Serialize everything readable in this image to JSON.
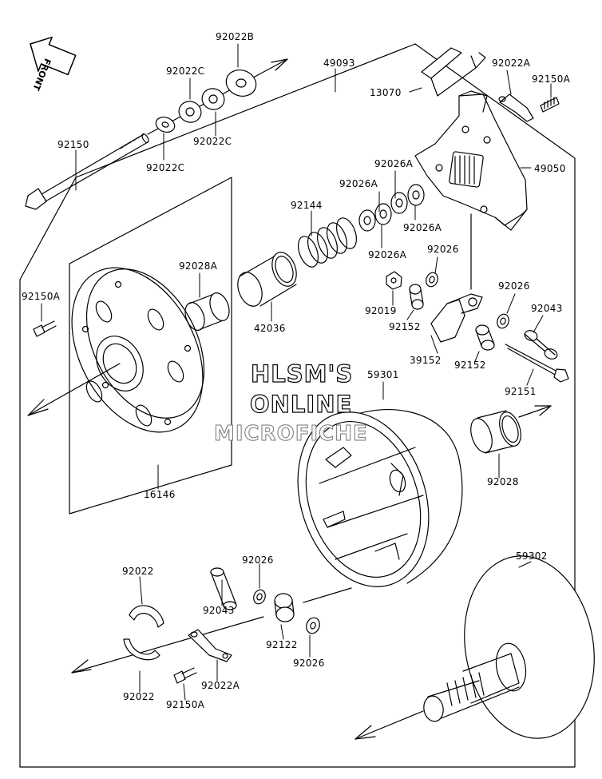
{
  "front_badge": "FRONT",
  "watermark": {
    "line1": "HLSM'S",
    "line2": "ONLINE",
    "line3": "MICROFICHE"
  },
  "parts": {
    "p92022B": "92022B",
    "p49093": "49093",
    "p92022C_a": "92022C",
    "p92022A_top": "92022A",
    "p92150A_top": "92150A",
    "p92150": "92150",
    "p92022C_b": "92022C",
    "p92022C_c": "92022C",
    "p13070": "13070",
    "p49050": "49050",
    "p92026A_a": "92026A",
    "p92026A_b": "92026A",
    "p92026A_c": "92026A",
    "p92026A_d": "92026A",
    "p92144": "92144",
    "p92026_a": "92026",
    "p92028A": "92028A",
    "p92150A_left": "92150A",
    "p92019": "92019",
    "p92152_a": "92152",
    "p92026_b": "92026",
    "p92043_right": "92043",
    "p42036": "42036",
    "p39152": "39152",
    "p92152_b": "92152",
    "p59301": "59301",
    "p92151": "92151",
    "p16146": "16146",
    "p92028": "92028",
    "p59302": "59302",
    "p92022_top": "92022",
    "p92026_c": "92026",
    "p92043_bottom": "92043",
    "p92122": "92122",
    "p92026_d": "92026",
    "p92022_bottom": "92022",
    "p92022A_bottom": "92022A",
    "p92150A_bottom": "92150A"
  }
}
